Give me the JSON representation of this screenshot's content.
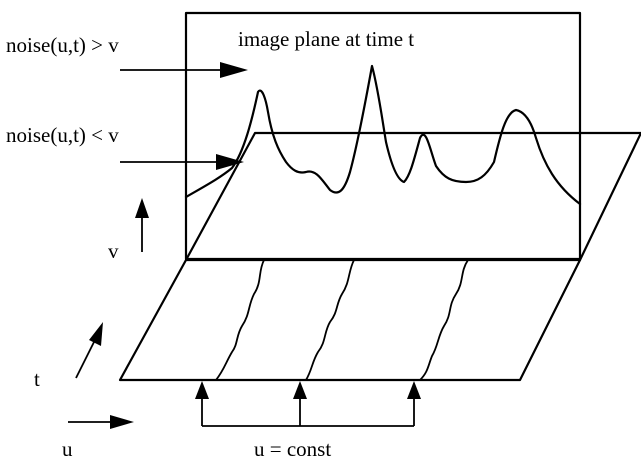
{
  "figure": {
    "labels": {
      "image_plane": "image plane at time t",
      "noise_above": "noise(u,t) > v",
      "noise_below": "noise(u,t) < v",
      "v_axis": "v",
      "t_axis": "t",
      "u_axis": "u",
      "u_const": "u = const"
    }
  }
}
